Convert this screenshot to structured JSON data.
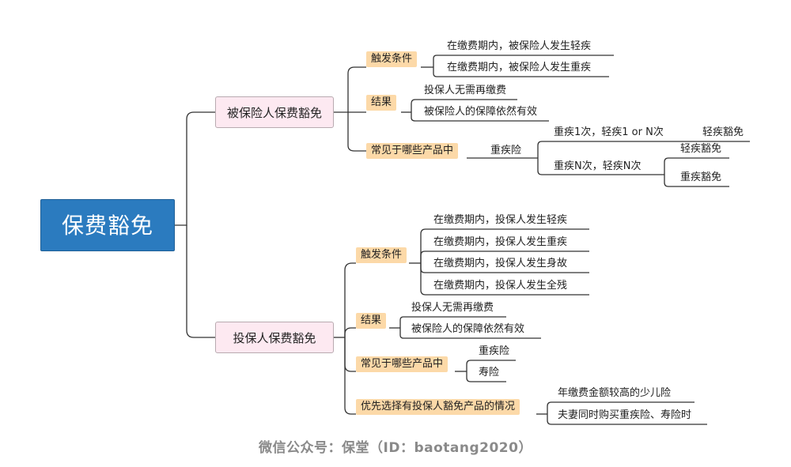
{
  "root": "保费豁免",
  "insured": {
    "label": "被保险人保费豁免",
    "trigger": {
      "label": "触发条件",
      "items": [
        "在缴费期内，被保险人发生轻疾",
        "在缴费期内，被保险人发生重疾"
      ]
    },
    "result": {
      "label": "结果",
      "items": [
        "投保人无需再缴费",
        "被保险人的保障依然有效"
      ]
    },
    "products": {
      "label": "常见于哪些产品中",
      "product": "重疾险",
      "case1": {
        "label": "重疾1次，轻疾1 or N次",
        "items": [
          "轻疾豁免"
        ]
      },
      "case2": {
        "label": "重疾N次，轻疾N次",
        "items": [
          "轻疾豁免",
          "重疾豁免"
        ]
      }
    }
  },
  "holder": {
    "label": "投保人保费豁免",
    "trigger": {
      "label": "触发条件",
      "items": [
        "在缴费期内，投保人发生轻疾",
        "在缴费期内，投保人发生重疾",
        "在缴费期内，投保人发生身故",
        "在缴费期内，投保人发生全残"
      ]
    },
    "result": {
      "label": "结果",
      "items": [
        "投保人无需再缴费",
        "被保险人的保障依然有效"
      ]
    },
    "products": {
      "label": "常见于哪些产品中",
      "items": [
        "重疾险",
        "寿险"
      ]
    },
    "priority": {
      "label": "优先选择有投保人豁免产品的情况",
      "items": [
        "年缴费金额较高的少儿险",
        "夫妻同时购买重疾险、寿险时"
      ]
    }
  },
  "watermark": "微信公众号：保堂（ID：baotang2020）"
}
